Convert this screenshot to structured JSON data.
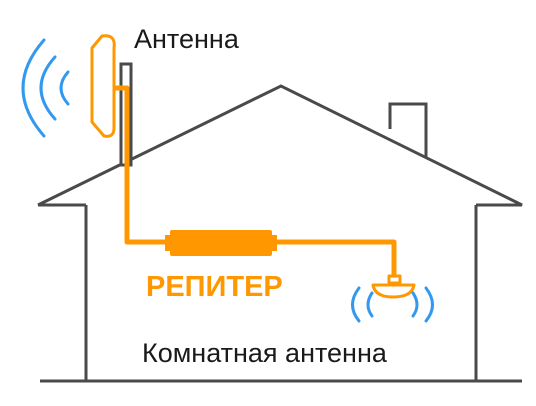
{
  "labels": {
    "outdoor_antenna": "Антенна",
    "repeater": "РЕПИТЕР",
    "indoor_antenna": "Комнатная антенна"
  },
  "colors": {
    "house_outline": "#4a4a4a",
    "cable": "#ff9800",
    "repeater": "#ff9800",
    "repeater_text": "#ff9800",
    "signal_waves": "#3399ee"
  },
  "icons": {
    "outdoor_antenna": "panel-antenna-icon",
    "repeater": "repeater-box-icon",
    "indoor_antenna": "ceiling-antenna-icon",
    "signal": "signal-waves-icon"
  }
}
